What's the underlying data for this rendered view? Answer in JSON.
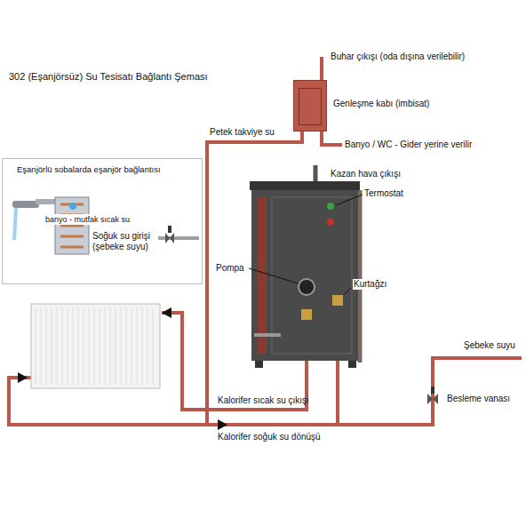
{
  "diagram": {
    "title": "302 (Eşanjörsüz) Su Tesisatı Bağlantı Şeması",
    "nodes": [
      {
        "text": [
          "Eşanjörlü sobalarda eşanjör bağlantısı"
        ]
      },
      {
        "text": [
          "Genleşme kabı (imbisat)"
        ]
      }
    ],
    "labels": [
      "Buhar çıkışı (oda dışına verilebilir)",
      "Petek takviye su",
      "Banyo / WC - Gider yerine verilir",
      "Kazan hava çıkışı",
      "Termostat",
      "banyo - mutfak sıcak su",
      "Soğuk su girişi (şebeke suyu)",
      "Pompa",
      "Kurtağzı",
      "Şebeke suyu",
      "Besleme vanası",
      "Kalorifer sıcak su çıkışı",
      "Kalorifer soğuk su dönüşü"
    ]
  }
}
